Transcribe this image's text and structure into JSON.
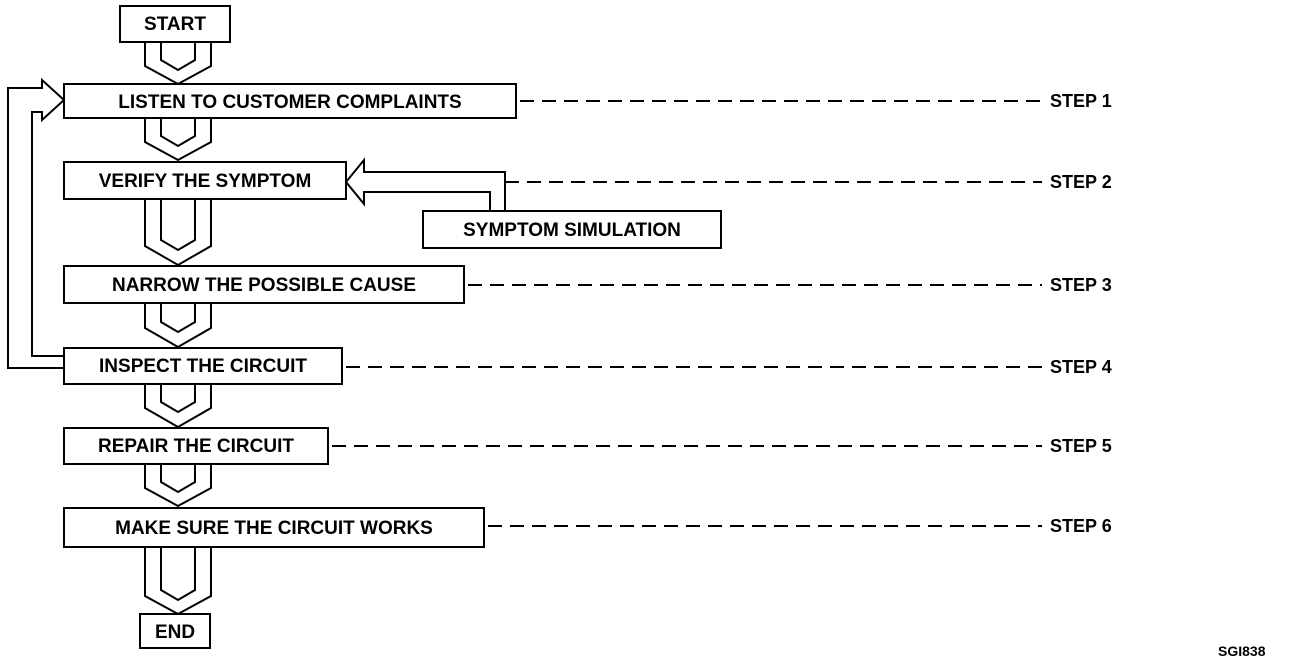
{
  "flowchart": {
    "start": "START",
    "end": "END",
    "steps": [
      {
        "label": "LISTEN TO CUSTOMER COMPLAINTS",
        "step": "STEP 1"
      },
      {
        "label": "VERIFY THE SYMPTOM",
        "step": "STEP 2"
      },
      {
        "label": "NARROW THE POSSIBLE CAUSE",
        "step": "STEP 3"
      },
      {
        "label": "INSPECT THE CIRCUIT",
        "step": "STEP 4"
      },
      {
        "label": "REPAIR THE CIRCUIT",
        "step": "STEP 5"
      },
      {
        "label": "MAKE SURE THE CIRCUIT WORKS",
        "step": "STEP 6"
      }
    ],
    "side_box": "SYMPTOM SIMULATION",
    "figure_code": "SGI838"
  }
}
